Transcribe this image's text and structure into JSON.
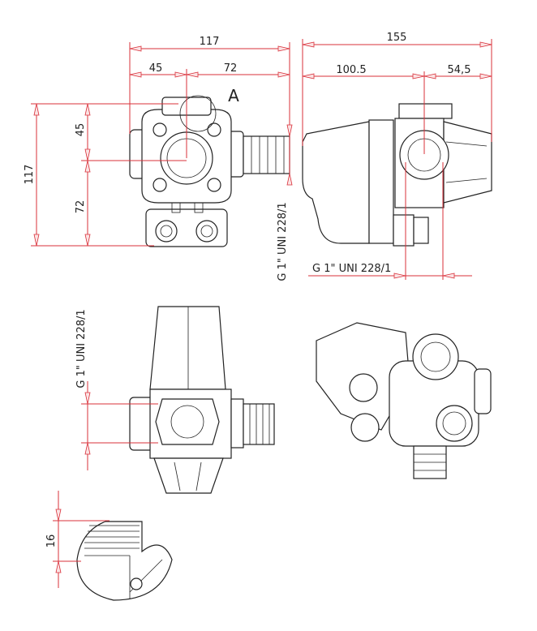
{
  "front_view": {
    "width_total": "117",
    "width_left": "45",
    "width_right": "72",
    "detail_marker": "A",
    "height_total": "117",
    "height_top": "45",
    "height_bottom": "72",
    "thread_label": "G 1\" UNI 228/1"
  },
  "side_view": {
    "width_total": "155",
    "width_left": "100.5",
    "width_right": "54,5",
    "thread_label": "G 1\" UNI 228/1"
  },
  "bottom_view": {
    "thread_label": "G 1\" UNI 228/1"
  },
  "detail_view": {
    "thread_depth": "16"
  },
  "colors": {
    "dimension": "#d9303a",
    "outline": "#222222"
  }
}
